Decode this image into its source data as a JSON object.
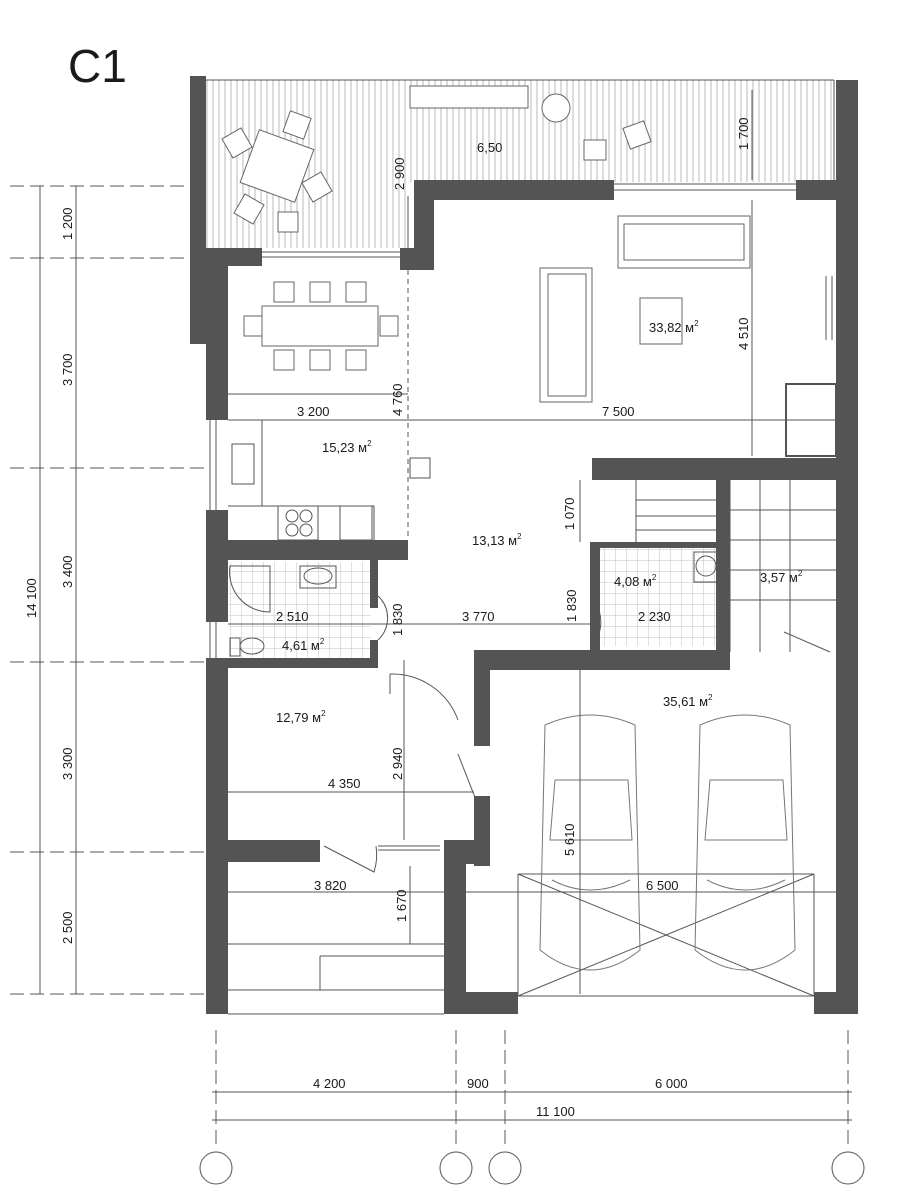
{
  "title": "C1",
  "colors": {
    "wall": "#545454",
    "terrace": "#dcdcdc",
    "tile": "#d6d6d6",
    "line": "#333333"
  },
  "areas": {
    "living": "33,82 м",
    "kitchen": "15,23 м",
    "hall": "13,13 м",
    "bath_small": "4,08 м",
    "stair": "3,57 м",
    "bath": "4,61 м",
    "room": "12,79 м",
    "garage": "35,61 м"
  },
  "area_unit_sup": "2",
  "dims": {
    "terrace_width": "6,50",
    "terrace_depth_left": "2 900",
    "terrace_depth_right": "1 700",
    "kitchen_width": "3 200",
    "center_vertical": "4 760",
    "living_width": "7 500",
    "living_height": "4 510",
    "hall_vertical": "1 070",
    "bath_width": "2 510",
    "bath_height": "1 830",
    "hall_width": "3 770",
    "wc_height": "1 830",
    "wc_width": "2 230",
    "room_height": "2 940",
    "room_width": "4 350",
    "garage_depth": "5 610",
    "porch_width": "3 820",
    "porch_depth": "1 670",
    "garage_width": "6 500",
    "left_1": "1 200",
    "left_2": "3 700",
    "left_3": "3 400",
    "left_4": "3 300",
    "left_5": "2 500",
    "left_total": "14 100",
    "bottom_1": "4 200",
    "bottom_2": "900",
    "bottom_3": "6 000",
    "bottom_total": "11 100"
  }
}
